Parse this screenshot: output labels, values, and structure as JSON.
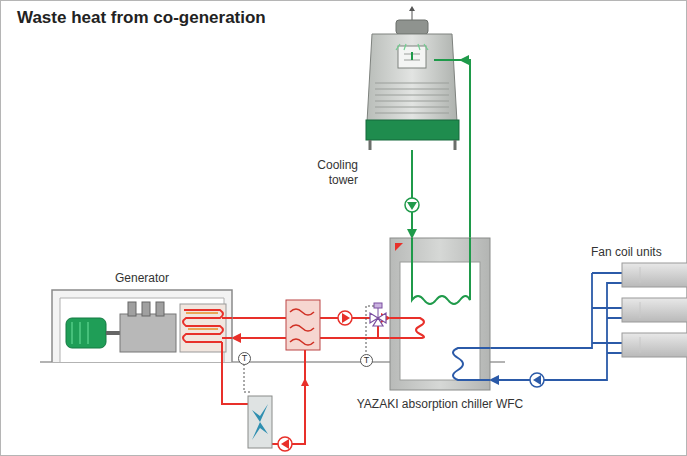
{
  "diagram": {
    "title": "Waste heat from co-generation",
    "nodes": [
      {
        "text": [
          "Cooling tower"
        ]
      },
      {
        "text": [
          "Fan coil units"
        ]
      },
      {
        "text": [
          "Generator"
        ]
      },
      {
        "text": [
          "YAZAKI absorption chiller WFC"
        ]
      },
      {
        "text": [
          "T"
        ]
      },
      {
        "text": [
          "T"
        ]
      }
    ],
    "edges": [
      {
        "from": 0,
        "to": 3,
        "arrow": "to"
      },
      {
        "from": 3,
        "to": 0,
        "arrow": "to"
      },
      {
        "from": 3,
        "to": 1,
        "arrow": "none"
      },
      {
        "from": 1,
        "to": 3,
        "arrow": "to"
      },
      {
        "from": 2,
        "to": 3,
        "arrow": "to"
      },
      {
        "from": 3,
        "to": 2,
        "arrow": "to"
      }
    ]
  }
}
